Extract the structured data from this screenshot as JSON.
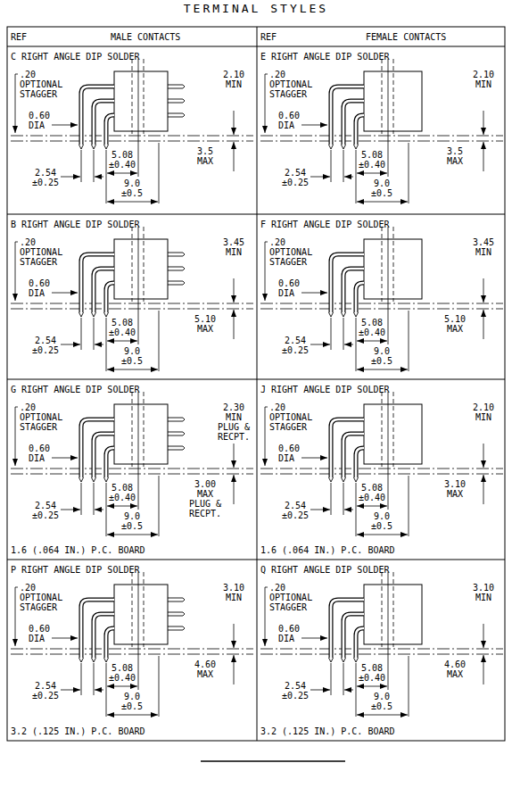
{
  "diagram": {
    "title": "TERMINAL STYLES",
    "labels": [
      "REF",
      "MALE CONTACTS",
      "REF",
      "FEMALE CONTACTS",
      "C RIGHT ANGLE DIP SOLDER",
      ".20",
      "OPTIONAL STAGGER",
      "0.60 DIA",
      "5.08 ±0.40",
      "2.54 ±0.25",
      "9.0 ±0.5",
      "2.10 MIN",
      "3.5 MAX",
      "E RIGHT ANGLE DIP SOLDER",
      ".20",
      "OPTIONAL STAGGER",
      "0.60 DIA",
      "5.08 ±0.40",
      "2.54 ±0.25",
      "9.0 ±0.5",
      "2.10 MIN",
      "3.5 MAX",
      "B RIGHT ANGLE DIP SOLDER",
      ".20",
      "OPTIONAL STAGGER",
      "0.60 DIA",
      "5.08 ±0.40",
      "2.54 ±0.25",
      "9.0 ±0.5",
      "3.45 MIN",
      "5.10 MAX",
      "F RIGHT ANGLE DIP SOLDER",
      ".20",
      "OPTIONAL STAGGER",
      "0.60 DIA",
      "5.08 ±0.40",
      "2.54 ±0.25",
      "9.0 ±0.5",
      "3.45 MIN",
      "5.10 MAX",
      "G RIGHT ANGLE DIP SOLDER",
      ".20",
      "OPTIONAL STAGGER",
      "0.60 DIA",
      "5.08 ±0.40",
      "2.54 ±0.25",
      "9.0 ±0.5",
      "2.30 MIN PLUG & RECPT.",
      "3.00 MAX PLUG & RECPT.",
      "1.6 (.064 IN.) P.C. BOARD",
      "J RIGHT ANGLE DIP SOLDER",
      ".20",
      "OPTIONAL STAGGER",
      "0.60 DIA",
      "5.08 ±0.40",
      "2.54 ±0.25",
      "9.0 ±0.5",
      "2.10 MIN",
      "3.10 MAX",
      "1.6 (.064 IN.) P.C. BOARD",
      "P RIGHT ANGLE DIP SOLDER",
      ".20",
      "OPTIONAL STAGGER",
      "0.60 DIA",
      "5.08 ±0.40",
      "2.54 ±0.25",
      "9.0 ±0.5",
      "3.10 MIN",
      "4.60 MAX",
      "3.2 (.125 IN.) P.C. BOARD",
      "Q RIGHT ANGLE DIP SOLDER",
      ".20",
      "OPTIONAL STAGGER",
      "0.60 DIA",
      "5.08 ±0.40",
      "2.54 ±0.25",
      "9.0 ±0.5",
      "3.10 MIN",
      "4.60 MAX",
      "3.2 (.125 IN.) P.C. BOARD"
    ]
  }
}
